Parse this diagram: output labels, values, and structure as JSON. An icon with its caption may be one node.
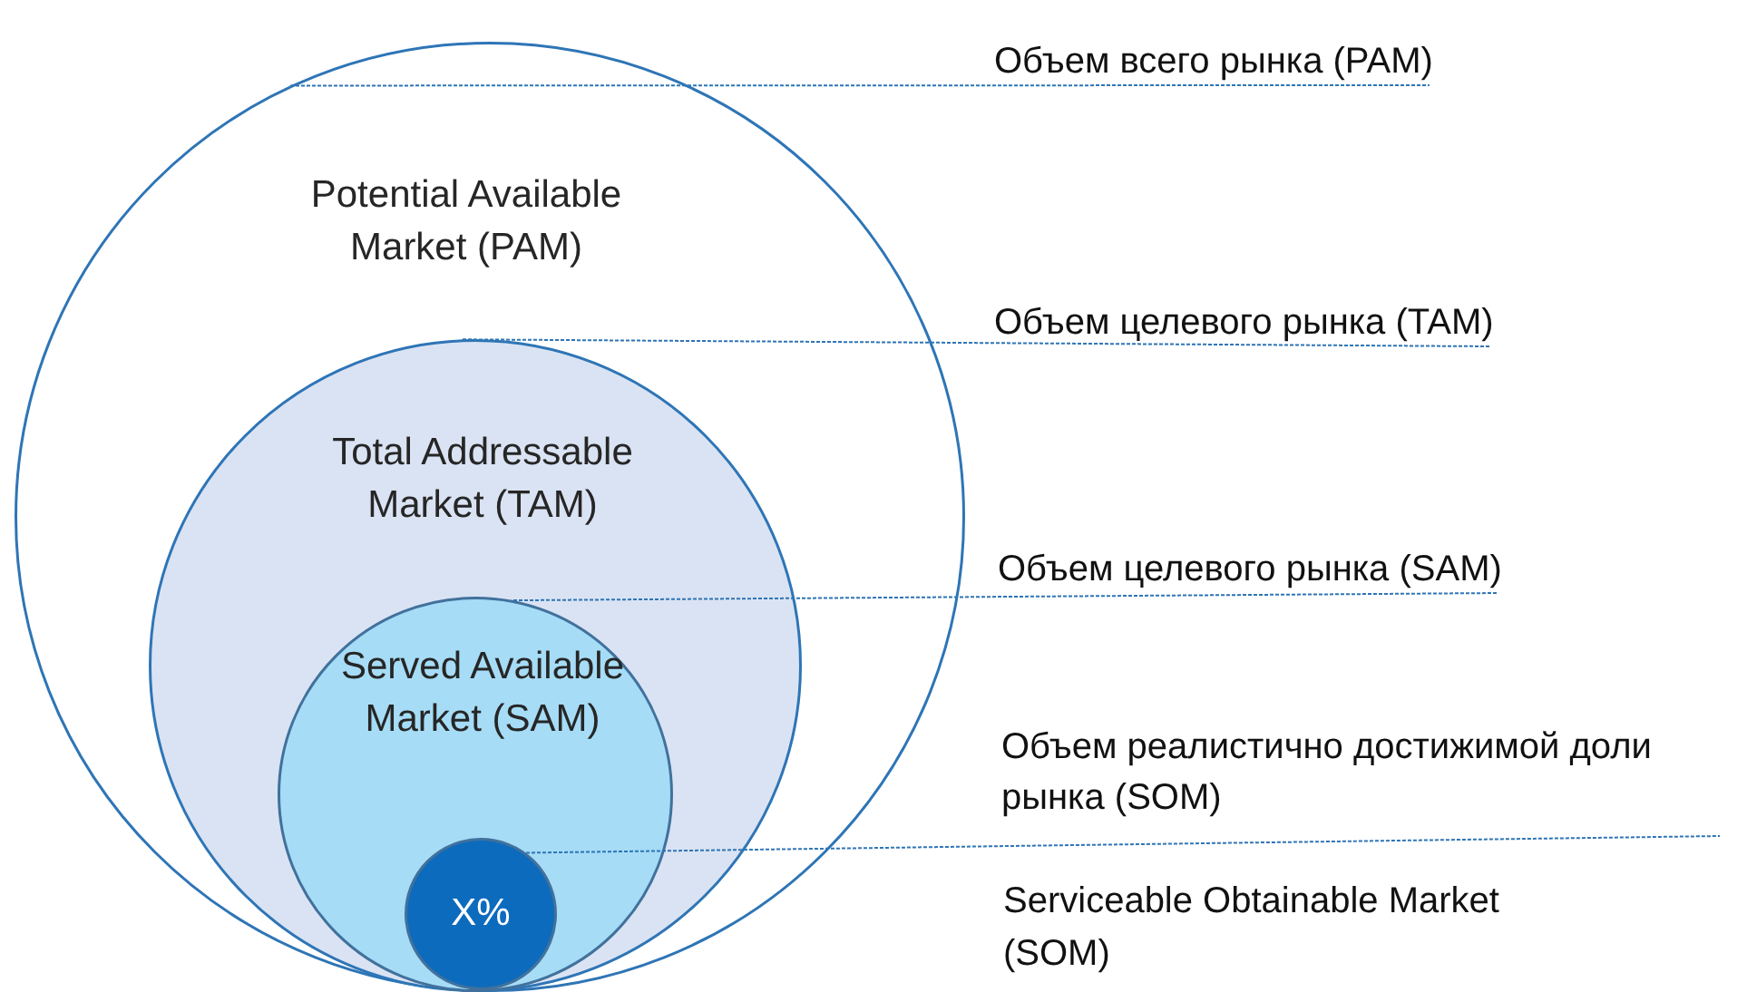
{
  "diagram": {
    "nodes": [
      {
        "text": [
          "Potential Available Market (PAM)"
        ]
      },
      {
        "text": [
          "Total Addressable Market (TAM)"
        ],
        "in": 0
      },
      {
        "text": [
          "Served Available Market (SAM)"
        ],
        "in": 1
      },
      {
        "text": [
          "X%"
        ],
        "in": 2
      },
      {
        "text": [
          "Объем всего рынка (PAM)"
        ]
      },
      {
        "text": [
          "Объем целевого рынка (TAM)"
        ]
      },
      {
        "text": [
          "Объем целевого рынка (SAM)"
        ]
      },
      {
        "text": [
          "Объем реалистично достижимой доли рынка  (SOM)"
        ]
      }
    ],
    "edges": [
      {
        "from": 4,
        "to": 0,
        "arrow": "none"
      },
      {
        "from": 5,
        "to": 1,
        "arrow": "none"
      },
      {
        "from": 6,
        "to": 2,
        "arrow": "none"
      },
      {
        "from": 7,
        "to": 3,
        "arrow": "none"
      }
    ],
    "labels": [
      "Serviceable Obtainable Market (SOM)"
    ]
  }
}
